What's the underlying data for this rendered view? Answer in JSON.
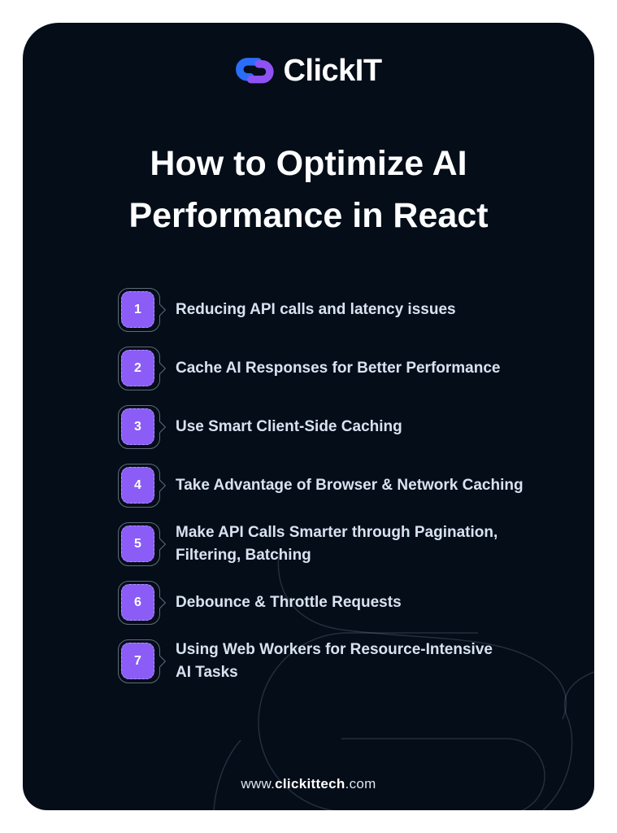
{
  "logo": {
    "brand": "ClickIT",
    "icon": "link-infinity-icon"
  },
  "title": "How to Optimize AI Performance in React",
  "steps": [
    {
      "number": "1",
      "label": "Reducing API calls and latency issues"
    },
    {
      "number": "2",
      "label": "Cache AI Responses for Better Performance"
    },
    {
      "number": "3",
      "label": "Use Smart Client-Side Caching"
    },
    {
      "number": "4",
      "label": "Take Advantage of Browser & Network Caching"
    },
    {
      "number": "5",
      "label": "Make API Calls Smarter through Pagination,\nFiltering, Batching"
    },
    {
      "number": "6",
      "label": "Debounce & Throttle Requests"
    },
    {
      "number": "7",
      "label": "Using Web Workers for Resource-Intensive\nAI Tasks"
    }
  ],
  "footer": {
    "prefix": "www.",
    "brand": "clickittech",
    "suffix": ".com"
  },
  "colors": {
    "card_background": "#040d18",
    "badge_purple": "#8b5cf6",
    "logo_blue": "#2b6df8",
    "logo_purple": "#8e52f3",
    "title_text": "#fdfeff",
    "step_text": "#d9e2f1",
    "decor_line": "rgba(154,170,192,0.22)"
  }
}
